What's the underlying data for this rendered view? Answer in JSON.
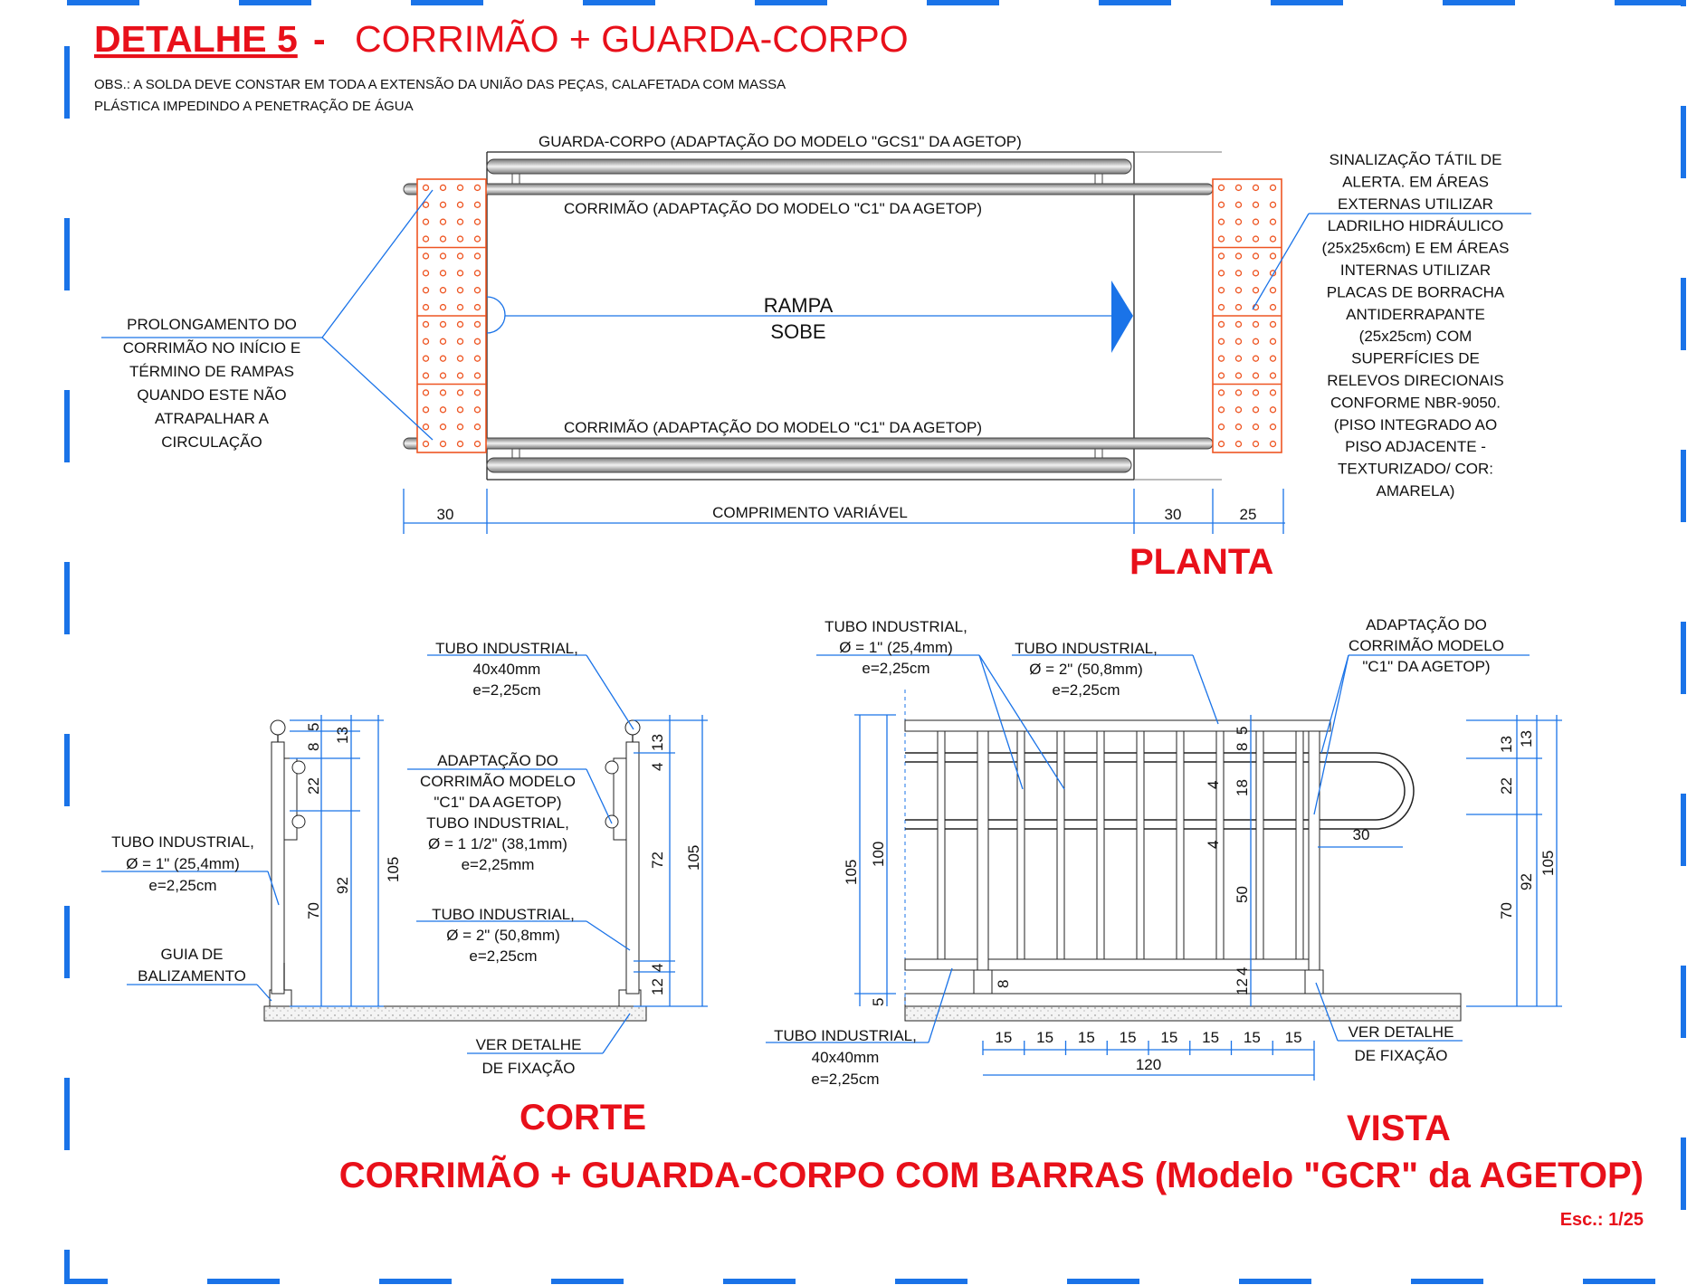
{
  "header": {
    "detail_number": "DETALHE 5",
    "dash": " - ",
    "title": "CORRIMÃO + GUARDA-CORPO",
    "obs_line1": "OBS.: A SOLDA DEVE CONSTAR EM TODA A EXTENSÃO DA UNIÃO DAS PEÇAS, CALAFETADA COM MASSA",
    "obs_line2": "PLÁSTICA IMPEDINDO A PENETRAÇÃO DE ÁGUA"
  },
  "planta": {
    "title": "PLANTA",
    "guarda_corpo": "GUARDA-CORPO (ADAPTAÇÃO DO MODELO \"GCS1\" DA AGETOP)",
    "corrimao_top": "CORRIMÃO (ADAPTAÇÃO DO MODELO \"C1\" DA AGETOP)",
    "corrimao_bottom": "CORRIMÃO (ADAPTAÇÃO DO MODELO \"C1\" DA AGETOP)",
    "rampa": "RAMPA",
    "sobe": "SOBE",
    "prolongamento": [
      "PROLONGAMENTO DO",
      "CORRIMÃO NO INÍCIO E",
      "TÉRMINO DE RAMPAS",
      "QUANDO ESTE NÃO",
      "ATRAPALHAR A",
      "CIRCULAÇÃO"
    ],
    "sinalizacao": [
      "SINALIZAÇÃO TÁTIL DE",
      "ALERTA. EM ÁREAS",
      "EXTERNAS UTILIZAR",
      "LADRILHO HIDRÁULICO",
      "(25x25x6cm) E EM ÁREAS",
      "INTERNAS UTILIZAR",
      "PLACAS DE BORRACHA",
      "ANTIDERRAPANTE",
      "(25x25cm) COM",
      "SUPERFÍCIES DE",
      "RELEVOS DIRECIONAIS",
      "CONFORME NBR-9050.",
      "(PISO INTEGRADO AO",
      "PISO ADJACENTE -",
      "TEXTURIZADO/ COR:",
      "AMARELA)"
    ],
    "dims": {
      "left": "30",
      "middle": "COMPRIMENTO VARIÁVEL",
      "right1": "30",
      "right2": "25"
    }
  },
  "corte": {
    "title": "CORTE",
    "tubo_40": [
      "TUBO INDUSTRIAL,",
      "40x40mm",
      "e=2,25cm"
    ],
    "adaptacao": [
      "ADAPTAÇÃO DO",
      "CORRIMÃO MODELO",
      "\"C1\" DA AGETOP)",
      "TUBO INDUSTRIAL,",
      "Ø = 1 1/2\" (38,1mm)",
      "e=2,25mm"
    ],
    "tubo_1": [
      "TUBO INDUSTRIAL,",
      "Ø = 1\" (25,4mm)",
      "e=2,25cm"
    ],
    "tubo_2": [
      "TUBO INDUSTRIAL,",
      "Ø = 2\" (50,8mm)",
      "e=2,25cm"
    ],
    "guia": [
      "GUIA DE",
      "BALIZAMENTO"
    ],
    "ver_detalhe": [
      "VER DETALHE",
      "DE FIXAÇÃO"
    ],
    "dims_left": {
      "d5": "5",
      "d8": "8",
      "d13": "13",
      "d22": "22",
      "d70": "70",
      "d92": "92",
      "d105": "105"
    },
    "dims_right": {
      "d4a": "4",
      "d13": "13",
      "d72": "72",
      "d105": "105",
      "d4b": "4",
      "d12": "12"
    }
  },
  "vista": {
    "title": "VISTA",
    "tubo_1": [
      "TUBO INDUSTRIAL,",
      "Ø = 1\" (25,4mm)",
      "e=2,25cm"
    ],
    "tubo_2": [
      "TUBO INDUSTRIAL,",
      "Ø = 2\" (50,8mm)",
      "e=2,25cm"
    ],
    "adaptacao": [
      "ADAPTAÇÃO DO",
      "CORRIMÃO MODELO",
      "\"C1\" DA AGETOP)"
    ],
    "tubo_40": [
      "TUBO INDUSTRIAL,",
      "40x40mm",
      "e=2,25cm"
    ],
    "ver_detalhe": [
      "VER DETALHE",
      "DE FIXAÇÃO"
    ],
    "dims_left": {
      "d105": "105",
      "d100": "100",
      "d5": "5"
    },
    "dims_mid": {
      "d5": "5",
      "d8a": "8",
      "d4a": "4",
      "d18": "18",
      "d4b": "4",
      "d50": "50",
      "d4c": "4",
      "d12": "12",
      "d8b": "8"
    },
    "dim_30": "30",
    "bottom": [
      "15",
      "15",
      "15",
      "15",
      "15",
      "15",
      "15",
      "15"
    ],
    "total": "120",
    "dims_right": {
      "d13a": "13",
      "d13b": "13",
      "d22": "22",
      "d70": "70",
      "d92": "92",
      "d105": "105"
    }
  },
  "footer": {
    "title": "CORRIMÃO + GUARDA-CORPO COM BARRAS (Modelo \"GCR\" da AGETOP)",
    "scale": "Esc.: 1/25"
  },
  "colors": {
    "red_title": "#e8101a",
    "blue_dim": "#1a73e8",
    "tactile": "#ee5522"
  }
}
